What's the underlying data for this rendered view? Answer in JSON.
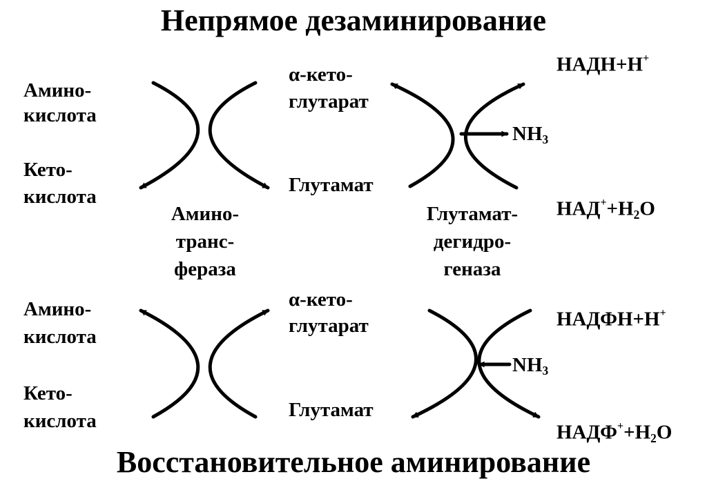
{
  "title_top": "Непрямое дезаминирование",
  "title_bottom": "Восстановительное аминирование",
  "top": {
    "amino_acid_1": "Амино-",
    "amino_acid_2": "кислота",
    "keto_acid_1": "Кето-",
    "keto_acid_2": "кислота",
    "akg_1": "α-кето-",
    "akg_2": "глутарат",
    "glutamate": "Глутамат",
    "nadh_main": "НАДН+Н",
    "nadh_sup": "+",
    "nad_pre": "НАД",
    "nad_sup": "+",
    "nad_mid": "+Н",
    "nad_sub": "2",
    "nad_post": "О",
    "nh3_main": "NH",
    "nh3_sub": "3"
  },
  "enzymes": {
    "aminotransferase_1": "Амино-",
    "aminotransferase_2": "транс-",
    "aminotransferase_3": "фераза",
    "gdh_1": "Глутамат-",
    "gdh_2": "дегидро-",
    "gdh_3": "геназа"
  },
  "bottom": {
    "amino_acid_1": "Амино-",
    "amino_acid_2": "кислота",
    "keto_acid_1": "Кето-",
    "keto_acid_2": "кислота",
    "akg_1": "α-кето-",
    "akg_2": "глутарат",
    "glutamate": "Глутамат",
    "nadph_main": "НАДФН+Н",
    "nadph_sup": "+",
    "nadp_pre": "НАДФ",
    "nadp_sup": "+",
    "nadp_mid": "+Н",
    "nadp_sub": "2",
    "nadp_post": "О",
    "nh3_main": "NH",
    "nh3_sub": "3"
  },
  "colors": {
    "ink": "#000000",
    "background": "#ffffff"
  }
}
